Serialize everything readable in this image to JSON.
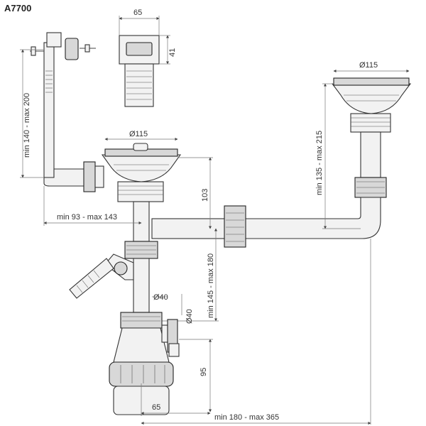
{
  "title": "A7700",
  "dimensions": {
    "overflow_width": "65",
    "overflow_height": "41",
    "strainer_right": "Ø115",
    "strainer_left": "Ø115",
    "overflow_range": "min 140 - max 200",
    "right_drop_range": "min 135 - max 215",
    "pipe_offset": "103",
    "horizontal_range": "min 93 - max 143",
    "vertical_range": "min 145 - max 180",
    "outlet_dia": "Ø40",
    "side_outlet_dia": "Ø40",
    "trap_height": "95",
    "trap_width": "65",
    "bottom_range": "min 180 - max 365"
  }
}
